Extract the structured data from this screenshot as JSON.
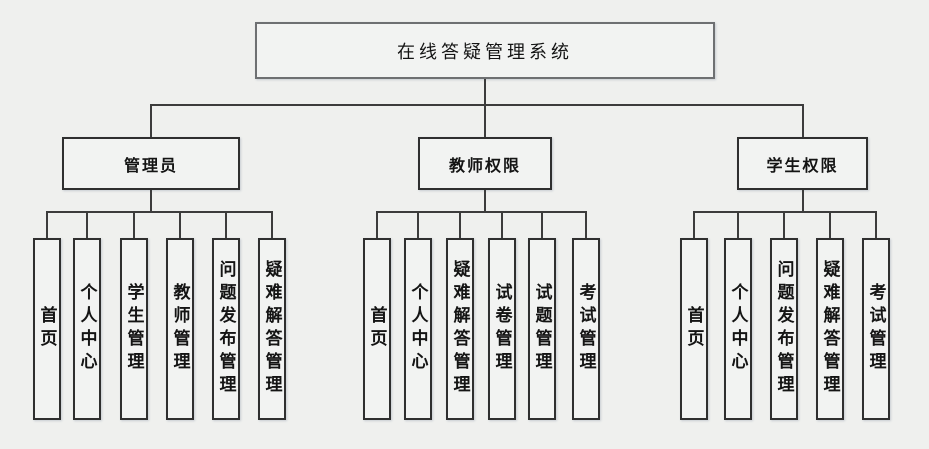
{
  "diagram": {
    "title": "在线答疑管理系统",
    "branches": [
      {
        "label": "管理员",
        "children": [
          "首页",
          "个人中心",
          "学生管理",
          "教师管理",
          "问题发布管理",
          "疑难解答管理"
        ]
      },
      {
        "label": "教师权限",
        "children": [
          "首页",
          "个人中心",
          "疑难解答管理",
          "试卷管理",
          "试题管理",
          "考试管理"
        ]
      },
      {
        "label": "学生权限",
        "children": [
          "首页",
          "个人中心",
          "问题发布管理",
          "疑难解答管理",
          "考试管理"
        ]
      }
    ],
    "colors": {
      "background": "#eff0ee",
      "box_fill": "#f2f3f2",
      "root_border": "#6e7072",
      "node_border": "#2f2f2f",
      "line": "#3c3c3c",
      "text": "#141414"
    }
  }
}
